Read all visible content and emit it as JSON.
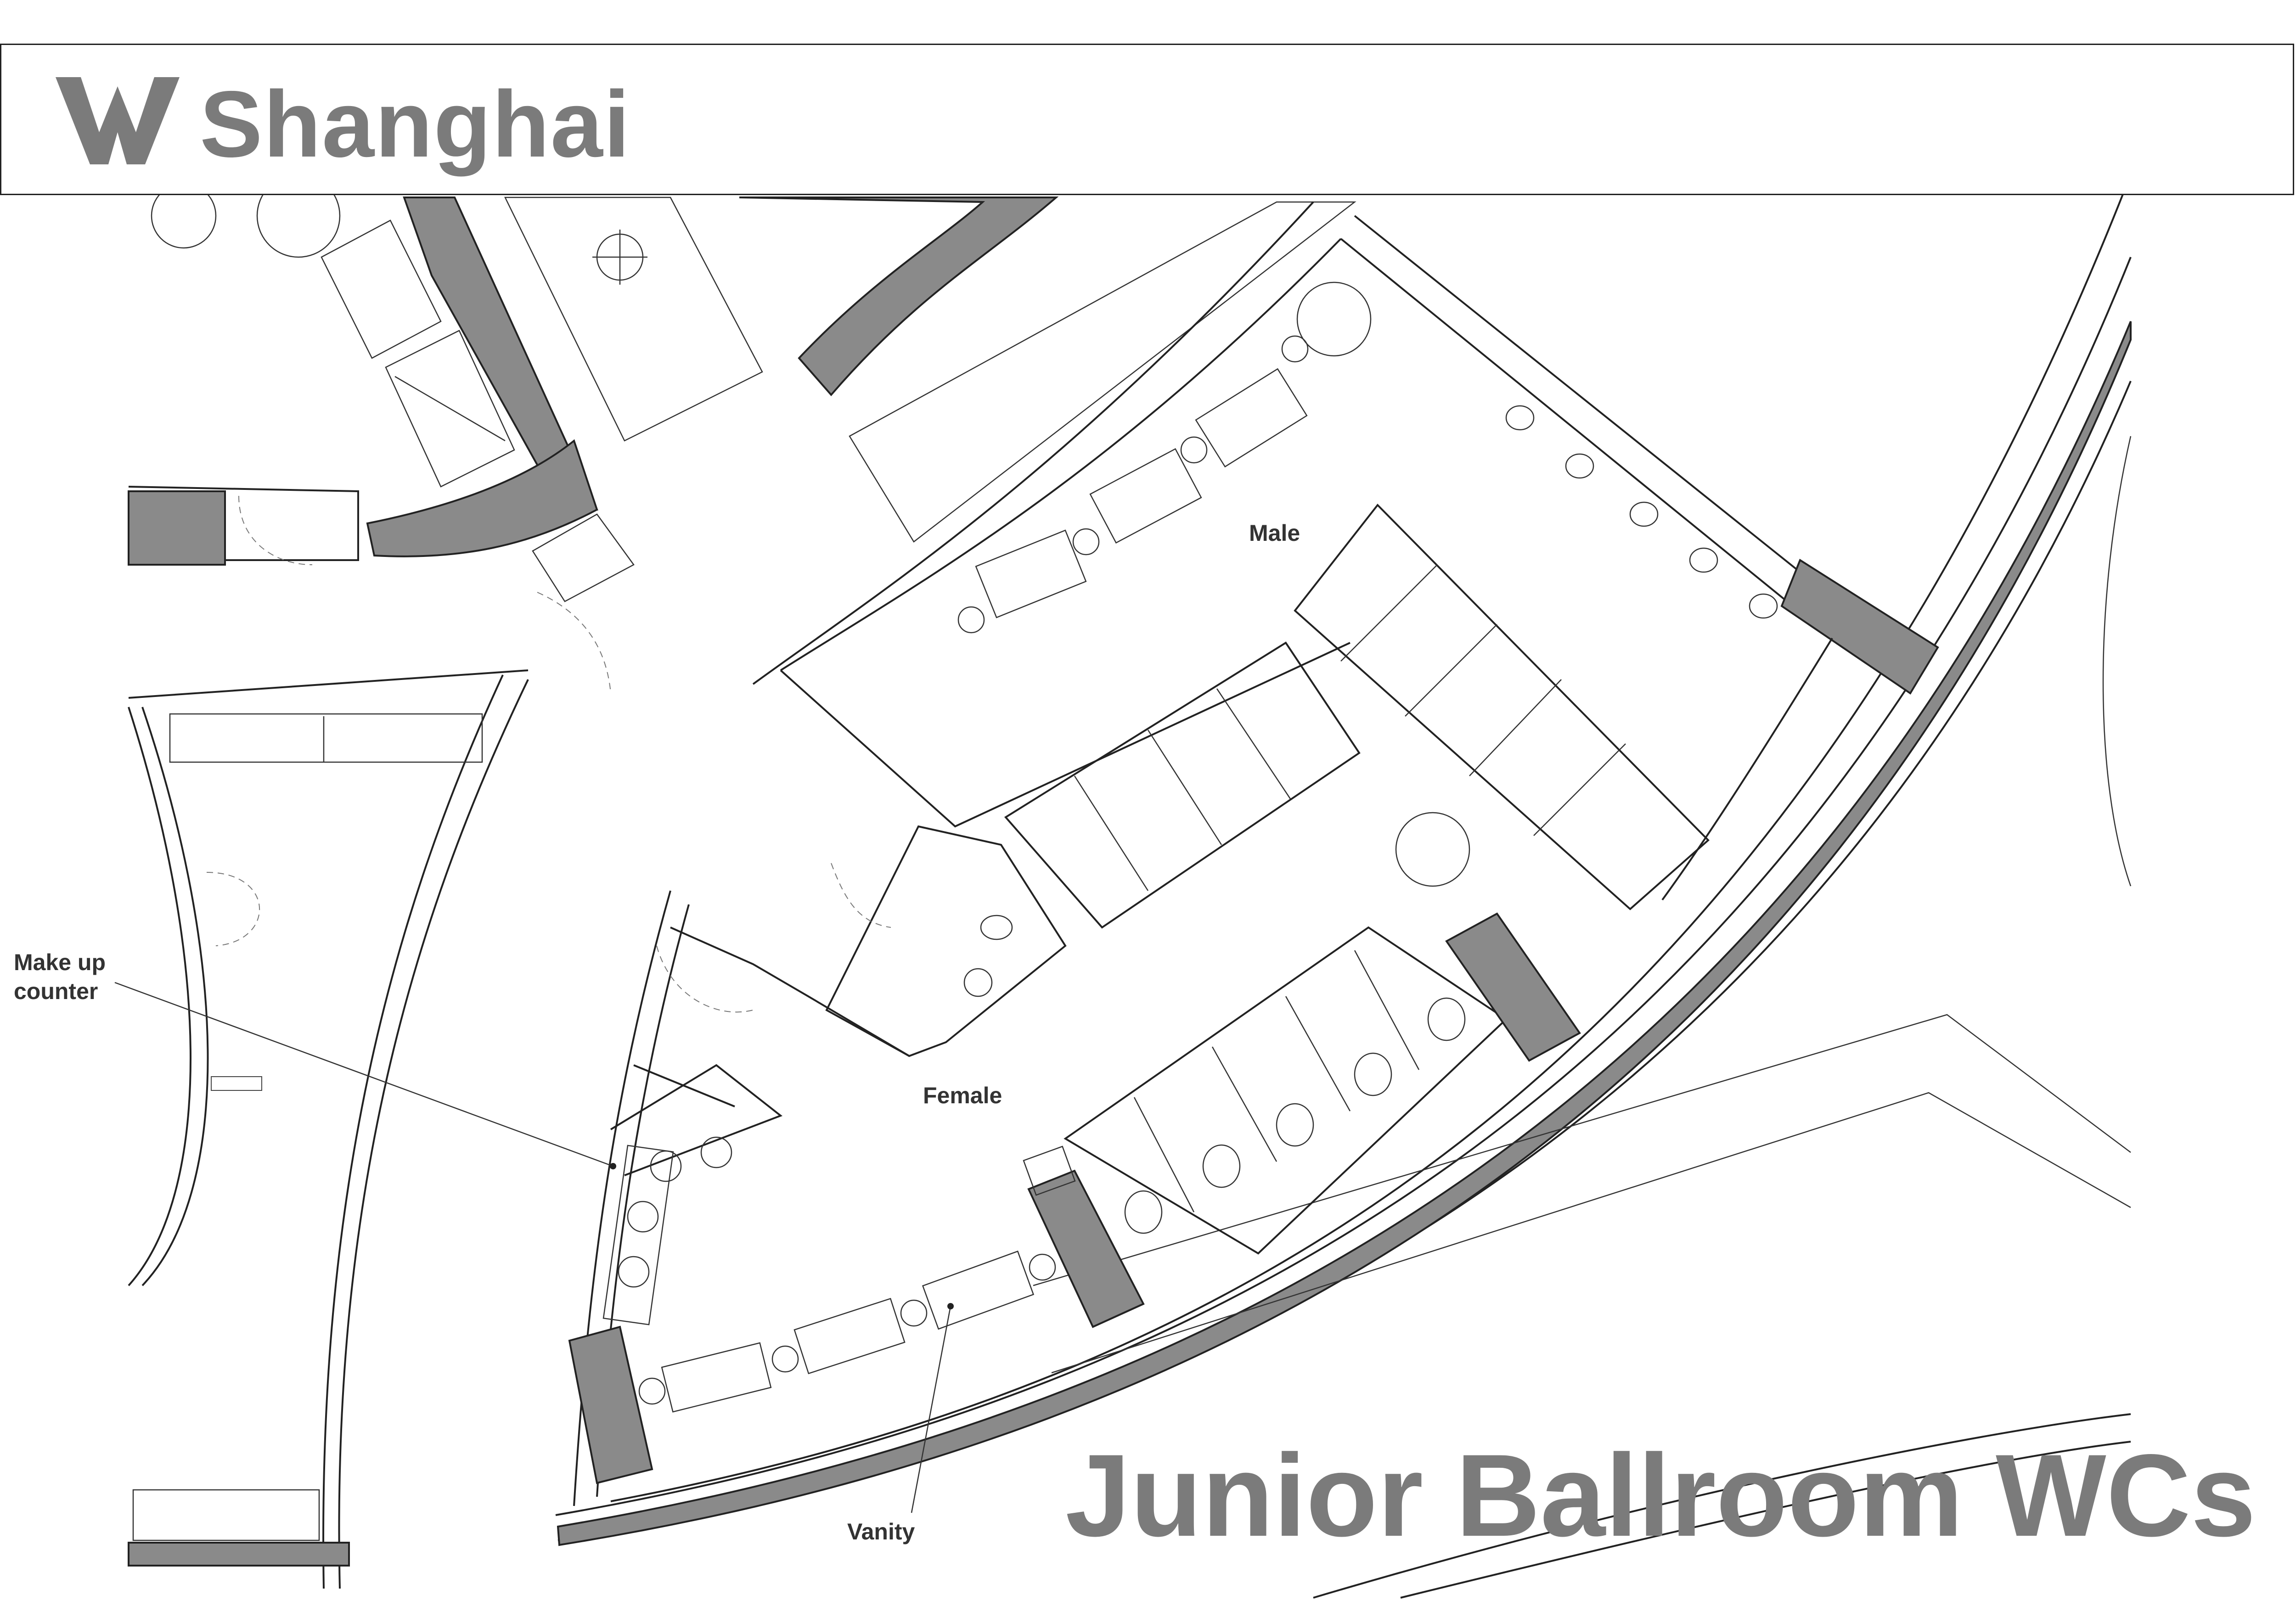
{
  "header": {
    "logo_icon": "w-hotels-logo-icon",
    "brand": "Shanghai"
  },
  "labels": {
    "male": "Male",
    "female": "Female",
    "makeup_counter_line1": "Make up",
    "makeup_counter_line2": "counter",
    "vanity": "Vanity"
  },
  "title": "Junior Ballroom WCs",
  "colors": {
    "title_gray": "#7b7b7b",
    "wall_fill": "#8a8a8a",
    "line": "#222222"
  }
}
